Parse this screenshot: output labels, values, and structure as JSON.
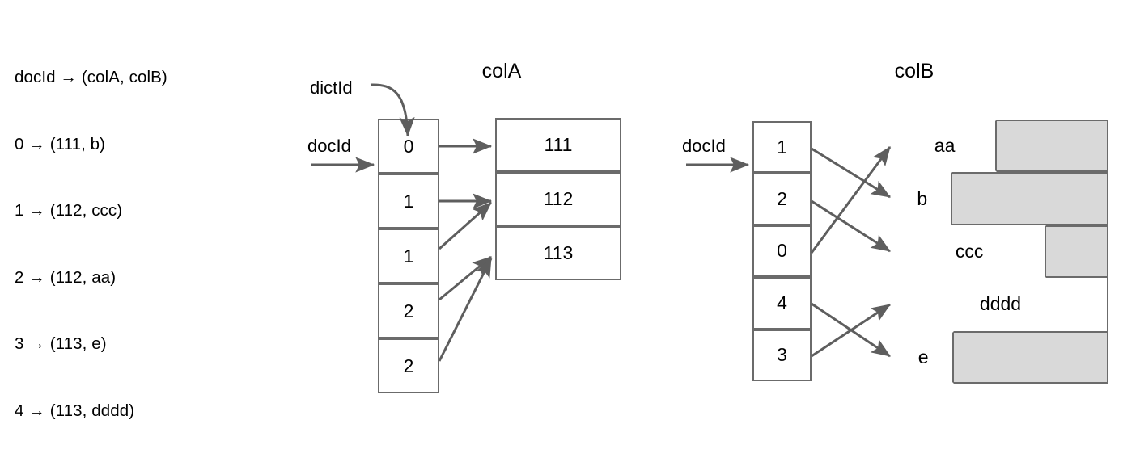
{
  "legend": {
    "lines": [
      "docId → (colA, colB)",
      "0 → (111, b)",
      "1 → (112, ccc)",
      "2 → (112, aa)",
      "3 → (113, e)",
      "4 → (113, dddd)"
    ]
  },
  "colA": {
    "title": "colA",
    "dictid_label": "dictId",
    "docid_label": "docId",
    "index_cells": [
      "0",
      "1",
      "1",
      "2",
      "2"
    ],
    "dictionary_cells": [
      "111",
      "112",
      "113"
    ],
    "mapping": [
      {
        "from": 0,
        "to": 0
      },
      {
        "from": 1,
        "to": 1
      },
      {
        "from": 2,
        "to": 1
      },
      {
        "from": 3,
        "to": 2
      },
      {
        "from": 4,
        "to": 2
      }
    ]
  },
  "colB": {
    "title": "colB",
    "docid_label": "docId",
    "index_cells": [
      "1",
      "2",
      "0",
      "4",
      "3"
    ],
    "value_cells": [
      {
        "text": "aa",
        "fill_ratio": 0.48
      },
      {
        "text": "b",
        "fill_ratio": 0.27
      },
      {
        "text": "ccc",
        "fill_ratio": 0.71
      },
      {
        "text": "dddd",
        "fill_ratio": 1.0
      },
      {
        "text": "e",
        "fill_ratio": 0.28
      }
    ],
    "mapping": [
      {
        "from": 0,
        "to": 1
      },
      {
        "from": 1,
        "to": 2
      },
      {
        "from": 2,
        "to": 0
      },
      {
        "from": 3,
        "to": 4
      },
      {
        "from": 4,
        "to": 3
      }
    ]
  },
  "colors": {
    "stroke": "#6b6b6b",
    "fill_white": "#ffffff",
    "padding_gray": "#d9d9d9",
    "text": "#000000"
  }
}
